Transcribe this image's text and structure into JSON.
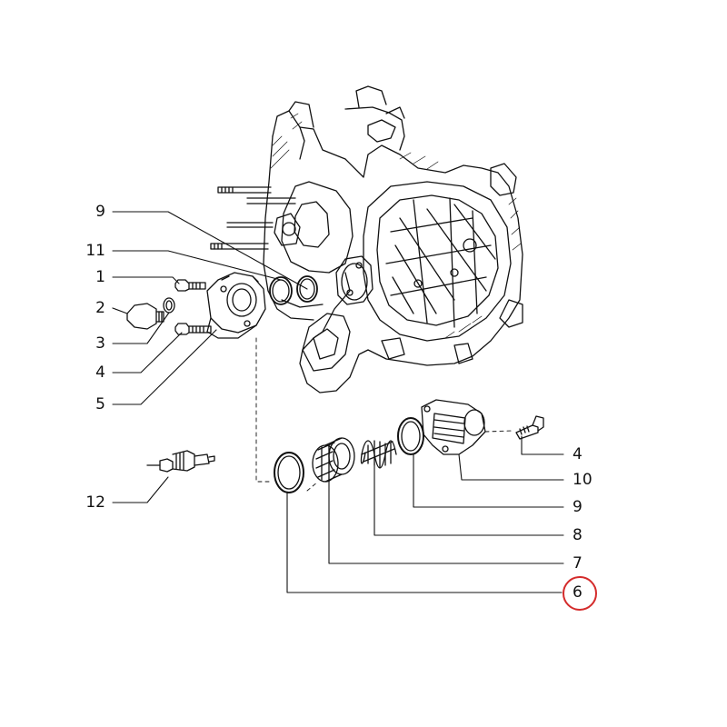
{
  "labels": {
    "left": [
      "9",
      "11",
      "1",
      "2",
      "3",
      "4",
      "5",
      "12"
    ],
    "right": [
      "4",
      "10",
      "9",
      "8",
      "7",
      "6"
    ]
  },
  "highlight": {
    "label": "6",
    "color": "#d42b2b"
  },
  "line_color": "#111111"
}
